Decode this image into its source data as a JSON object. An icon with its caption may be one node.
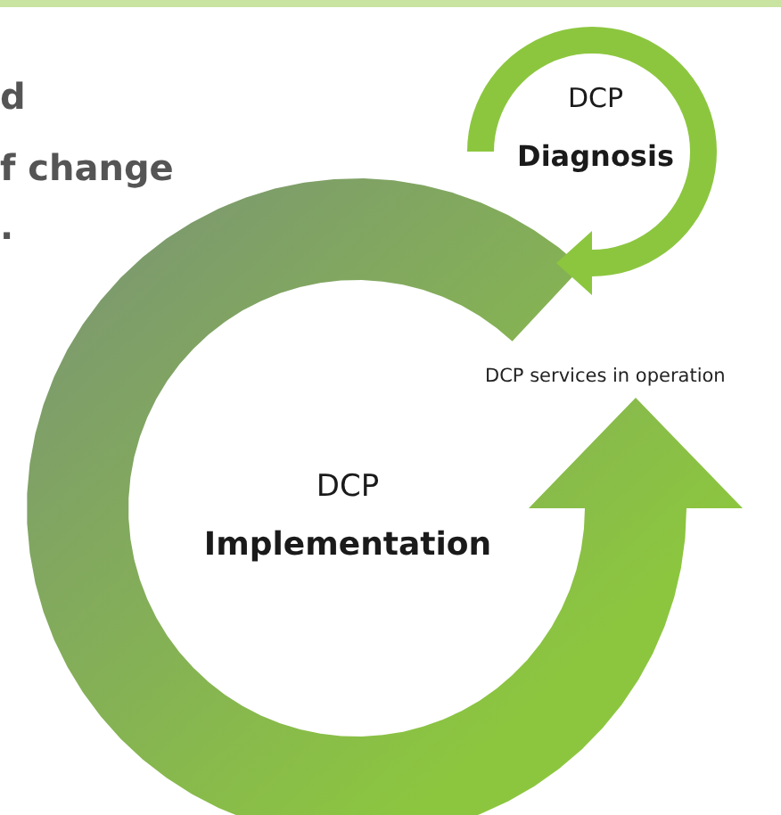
{
  "diagram": {
    "nodes": [
      {
        "text": [
          "DCP",
          "Implementation"
        ]
      },
      {
        "text": [
          "DCP",
          "Diagnosis"
        ]
      }
    ],
    "labels": [
      "d",
      "f change",
      ".",
      "DCP services in operation"
    ]
  }
}
